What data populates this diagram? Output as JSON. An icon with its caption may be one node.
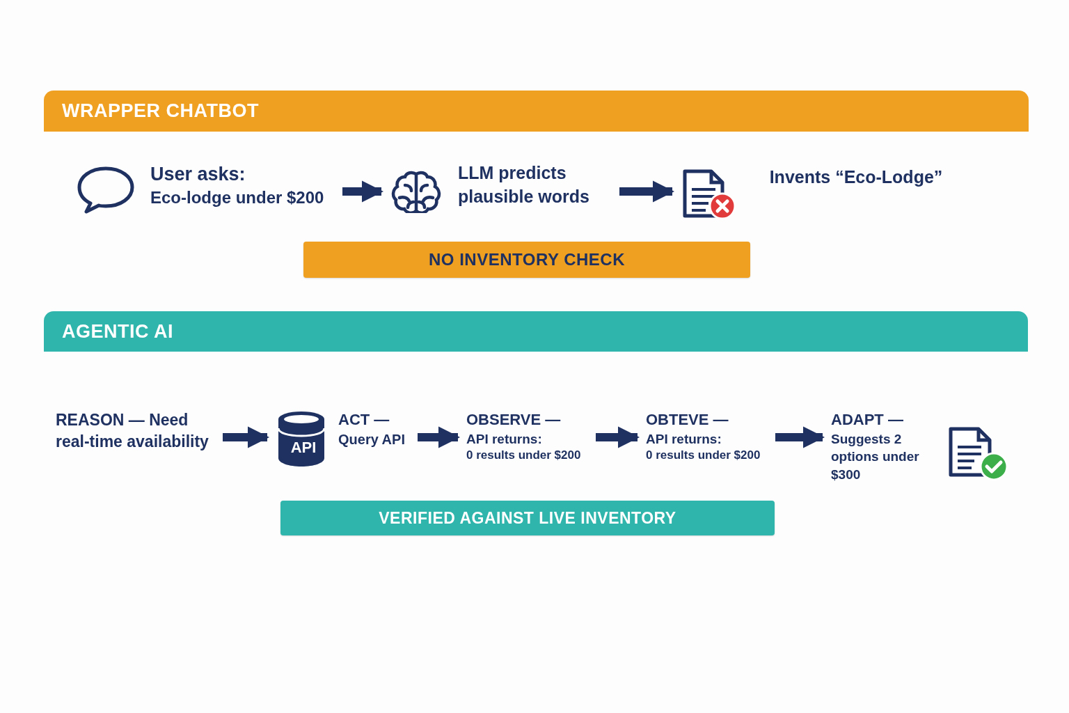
{
  "diagram": {
    "nodes": [
      {
        "text": [
          "WRAPPER CHATBOT"
        ]
      },
      {
        "text": [
          "User asks:",
          "Eco-lodge under $200"
        ]
      },
      {
        "text": [
          "LLM predicts plausible words"
        ]
      },
      {
        "text": [
          "Invents “Eco-Lodge”"
        ]
      },
      {
        "text": [
          "NO INVENTORY CHECK"
        ]
      },
      {
        "text": [
          "AGENTIC AI"
        ]
      },
      {
        "text": [
          "REASON — Need real-time availability"
        ]
      },
      {
        "text": [
          "ACT —",
          "Query API"
        ]
      },
      {
        "text": [
          "OBSERVE —",
          "API returns:",
          "0 results under $200"
        ]
      },
      {
        "text": [
          "OBTEVE —",
          "API returns:",
          "0 results under $200"
        ]
      },
      {
        "text": [
          "ADAPT —",
          "Suggests 2 options under $300"
        ]
      },
      {
        "text": [
          "VERIFIED AGAINST LIVE INVENTORY"
        ]
      }
    ],
    "edges": [
      {
        "from": 1,
        "to": 2,
        "arrow": "to"
      },
      {
        "from": 2,
        "to": 3,
        "arrow": "to"
      },
      {
        "from": 6,
        "to": 7,
        "arrow": "to"
      },
      {
        "from": 7,
        "to": 8,
        "arrow": "to"
      },
      {
        "from": 8,
        "to": 9,
        "arrow": "to"
      },
      {
        "from": 9,
        "to": 10,
        "arrow": "to"
      }
    ],
    "labels": [
      "API"
    ]
  }
}
